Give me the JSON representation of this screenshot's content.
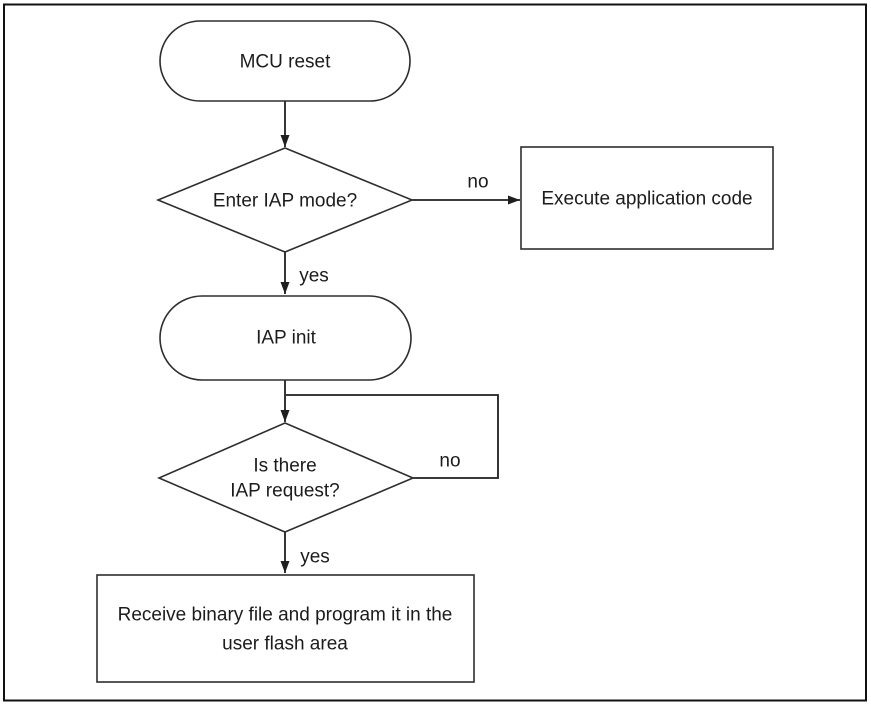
{
  "page": {
    "background_color": "#ffffff",
    "frame_color": "#111111"
  },
  "diagram": {
    "type": "flowchart",
    "title_semantic": "IAP bootloader decision flow",
    "colors": {
      "shape_stroke": "#2e2e2e",
      "connector_stroke": "#1f1f1f",
      "text": "#1c1c1c",
      "shape_fill": "#ffffff"
    },
    "nodes": {
      "mcu_reset": {
        "shape": "terminator",
        "label": "MCU reset"
      },
      "enter_iap_mode": {
        "shape": "decision",
        "label": "Enter IAP mode?"
      },
      "execute_application_code": {
        "shape": "process",
        "label": "Execute application code"
      },
      "iap_init": {
        "shape": "terminator",
        "label": "IAP init"
      },
      "is_there_iap_request": {
        "shape": "decision",
        "label_line1": "Is there",
        "label_line2": "IAP request?"
      },
      "receive_binary_file": {
        "shape": "process",
        "label_line1": "Receive binary file and program it in the",
        "label_line2": "user flash area"
      }
    },
    "edge_labels": {
      "enter_iap_no": "no",
      "enter_iap_yes": "yes",
      "iap_request_no": "no",
      "iap_request_yes": "yes"
    }
  }
}
